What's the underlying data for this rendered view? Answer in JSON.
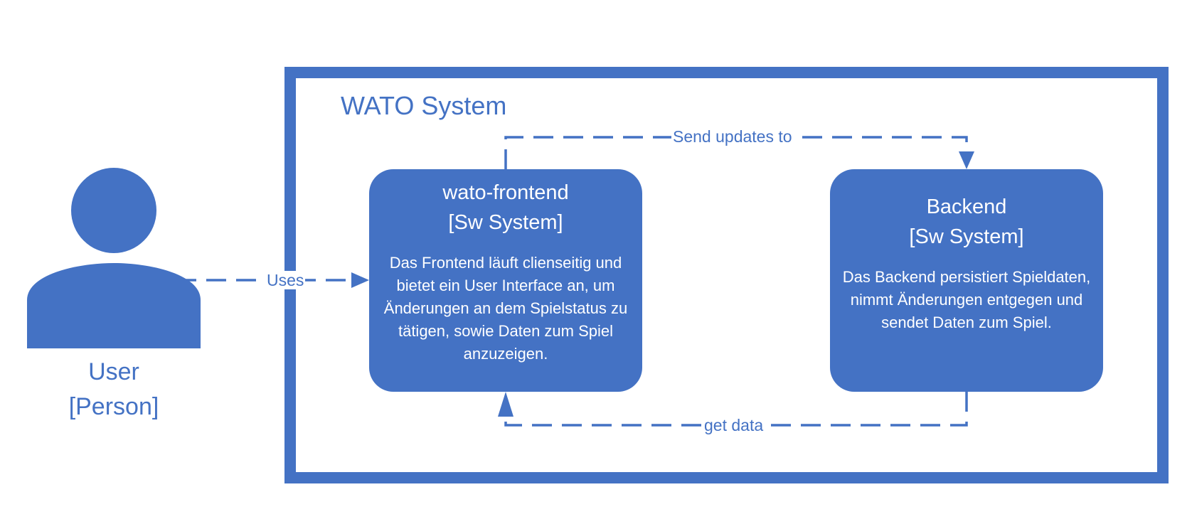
{
  "diagram": {
    "system_boundary": {
      "title": "WATO System"
    },
    "person": {
      "name": "User",
      "kind": "[Person]"
    },
    "frontend": {
      "name": "wato-frontend",
      "kind": "[Sw System]",
      "description": "Das Frontend läuft clienseitig und bietet ein User Interface an, um Änderungen an dem Spielstatus zu tätigen, sowie Daten zum Spiel anzuzeigen."
    },
    "backend": {
      "name": "Backend",
      "kind": "[Sw System]",
      "description": "Das Backend persistiert Spieldaten, nimmt Änderungen entgegen und sendet Daten zum Spiel."
    },
    "relations": {
      "uses": "Uses",
      "send_updates": "Send updates to",
      "get_data": "get data"
    },
    "colors": {
      "primary": "#4472c4",
      "on_primary": "#ffffff",
      "background": "#ffffff"
    }
  }
}
